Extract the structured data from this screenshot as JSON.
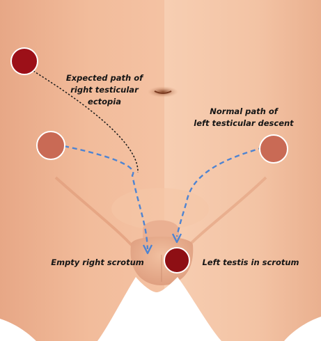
{
  "labels": {
    "expected_path": [
      "Expected path of",
      "right testicular",
      "ectopia"
    ],
    "normal_path": [
      "Normal path of",
      "left testicular descent"
    ],
    "empty_scrotum": "Empty right scrotum",
    "left_testis": "Left testis in scrotum"
  },
  "colors": {
    "background": "#ffffff",
    "skin_left": "#f0b796",
    "skin_right": "#f3c4a5",
    "ectopic_marker": "#9c1018",
    "expected_marker": "#c96a55",
    "scrotal_testis": "#8e0f14",
    "normal_path_line": "#4f84d1",
    "ectopia_path_line": "#1a1a1a",
    "marker_ring": "#ffffff"
  }
}
